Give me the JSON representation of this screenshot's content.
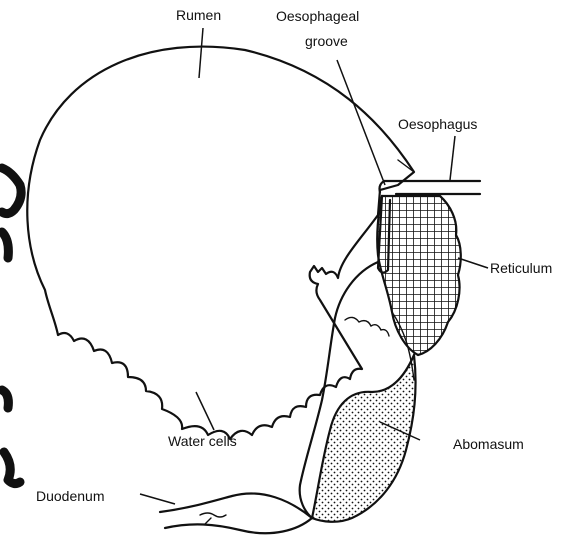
{
  "labels": {
    "rumen": "Rumen",
    "oesophageal_groove_line1": "Oesophageal",
    "oesophageal_groove_line2": "groove",
    "oesophagus": "Oesophagus",
    "reticulum": "Reticulum",
    "water_cells": "Water cells",
    "abomasum": "Abomasum",
    "duodenum": "Duodenum"
  },
  "colors": {
    "ink": "#111111",
    "background": "#ffffff"
  }
}
